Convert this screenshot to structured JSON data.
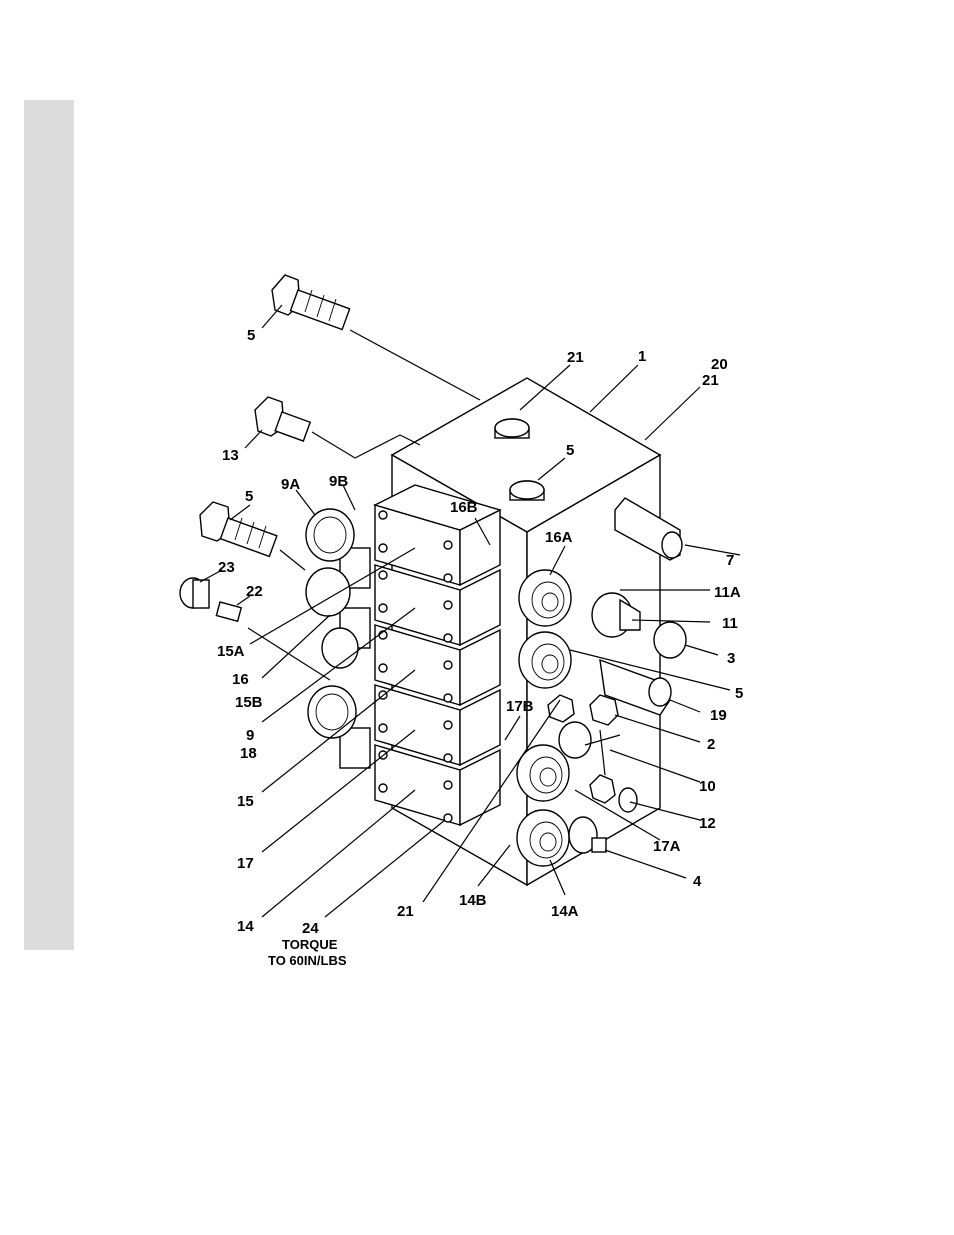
{
  "figure": {
    "callouts": [
      {
        "id": "c5a",
        "text": "5"
      },
      {
        "id": "c13",
        "text": "13"
      },
      {
        "id": "c9A",
        "text": "9A"
      },
      {
        "id": "c9B",
        "text": "9B"
      },
      {
        "id": "c5b",
        "text": "5"
      },
      {
        "id": "c23",
        "text": "23"
      },
      {
        "id": "c22",
        "text": "22"
      },
      {
        "id": "c15A",
        "text": "15A"
      },
      {
        "id": "c16",
        "text": "16"
      },
      {
        "id": "c15B",
        "text": "15B"
      },
      {
        "id": "c9",
        "text": "9"
      },
      {
        "id": "c18",
        "text": "18"
      },
      {
        "id": "c15",
        "text": "15"
      },
      {
        "id": "c17",
        "text": "17"
      },
      {
        "id": "c14",
        "text": "14"
      },
      {
        "id": "c24",
        "text": "24"
      },
      {
        "id": "c21a",
        "text": "21"
      },
      {
        "id": "c1",
        "text": "1"
      },
      {
        "id": "c20",
        "text": "20"
      },
      {
        "id": "c21b",
        "text": "21"
      },
      {
        "id": "c5c",
        "text": "5"
      },
      {
        "id": "c16B",
        "text": "16B"
      },
      {
        "id": "c16A",
        "text": "16A"
      },
      {
        "id": "c7",
        "text": "7"
      },
      {
        "id": "c11A",
        "text": "11A"
      },
      {
        "id": "c11",
        "text": "11"
      },
      {
        "id": "c3",
        "text": "3"
      },
      {
        "id": "c5d",
        "text": "5"
      },
      {
        "id": "c19",
        "text": "19"
      },
      {
        "id": "c17B",
        "text": "17B"
      },
      {
        "id": "c2",
        "text": "2"
      },
      {
        "id": "c10",
        "text": "10"
      },
      {
        "id": "c12",
        "text": "12"
      },
      {
        "id": "c17A",
        "text": "17A"
      },
      {
        "id": "c4",
        "text": "4"
      },
      {
        "id": "c21c",
        "text": "21"
      },
      {
        "id": "c14B",
        "text": "14B"
      },
      {
        "id": "c14A",
        "text": "14A"
      }
    ],
    "note_line1": "TORQUE",
    "note_line2": "TO 60IN/LBS"
  }
}
